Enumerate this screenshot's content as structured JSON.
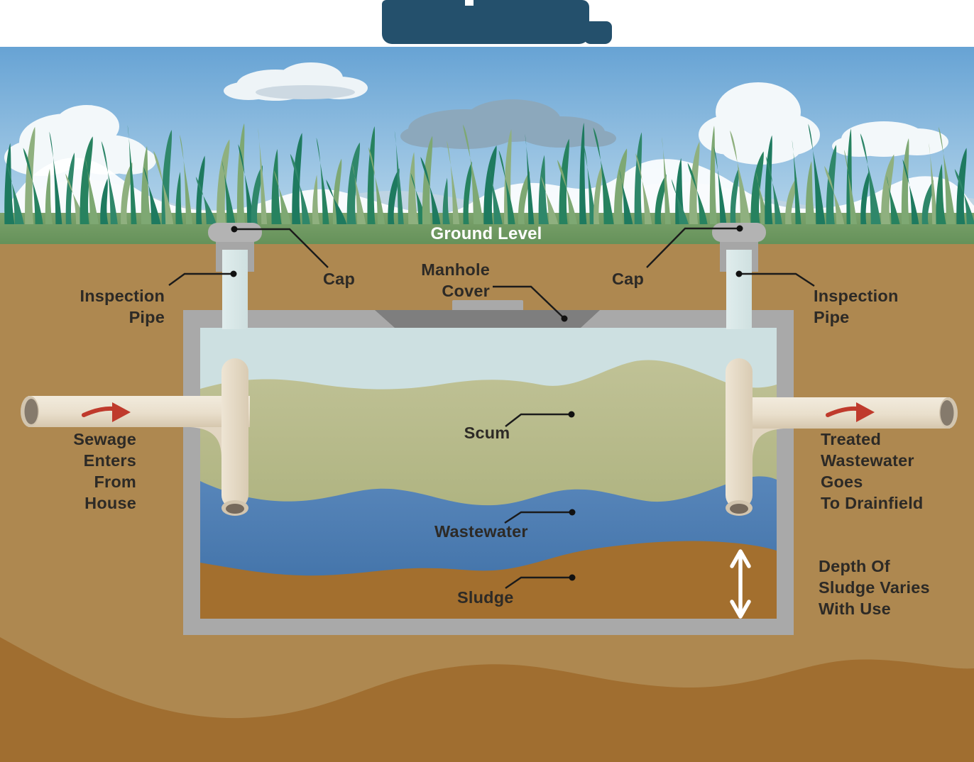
{
  "title": {
    "obscured": true,
    "text": ""
  },
  "labels": {
    "ground_level": "Ground Level",
    "inspection_pipe_left": "Inspection\nPipe",
    "cap_left": "Cap",
    "manhole_cover": "Manhole\nCover",
    "cap_right": "Cap",
    "inspection_pipe_right": "Inspection\nPipe",
    "scum": "Scum",
    "wastewater": "Wastewater",
    "sludge": "Sludge",
    "sewage_enters": "Sewage\nEnters\nFrom\nHouse",
    "treated_wastewater": "Treated\nWastewater\nGoes\nTo Drainfield",
    "depth_of_sludge": "Depth Of\nSludge Varies\nWith Use"
  },
  "diagram": {
    "type": "septic-tank-cross-section",
    "tank_layers": [
      {
        "name": "Scum",
        "color": "#b7ba8c"
      },
      {
        "name": "Wastewater",
        "color": "#4c7cb3"
      },
      {
        "name": "Sludge",
        "color": "#a36f2e"
      }
    ],
    "components": [
      "Cap",
      "Inspection Pipe",
      "Manhole Cover",
      "Inlet Pipe",
      "Outlet Pipe",
      "Tank"
    ],
    "flow": {
      "inlet": "Sewage Enters From House",
      "outlet": "Treated Wastewater Goes To Drainfield",
      "direction": "left-to-right"
    },
    "note": "Depth Of Sludge Varies With Use"
  },
  "colors": {
    "title_block": "#24506c",
    "sky_top": "#67a3d4",
    "sky_bottom": "#b3d4ea",
    "cloud_white": "#f3f8fa",
    "cloud_gray": "#8ca8bc",
    "grass_dark": "#1e7a5f",
    "grass_light": "#7ea873",
    "ground_band": "#6f9a62",
    "soil_upper": "#ae8850",
    "soil_dark": "#a06e30",
    "tank_wall": "#a9a9a9",
    "manhole_cover": "#7e7e7e",
    "tank_air": "#cde0e1",
    "inspection_pipe": "#d9e8e8",
    "pipe_cream": "#e9dfcc",
    "scum": "#b7ba8c",
    "wastewater": "#4c7cb3",
    "sludge": "#a36f2e",
    "leader_line": "#1b1b1b",
    "flow_arrow": "#bf3a2c",
    "depth_arrow": "#ffffff",
    "label_text": "#2d2a26",
    "ground_level_text": "#ffffff"
  }
}
